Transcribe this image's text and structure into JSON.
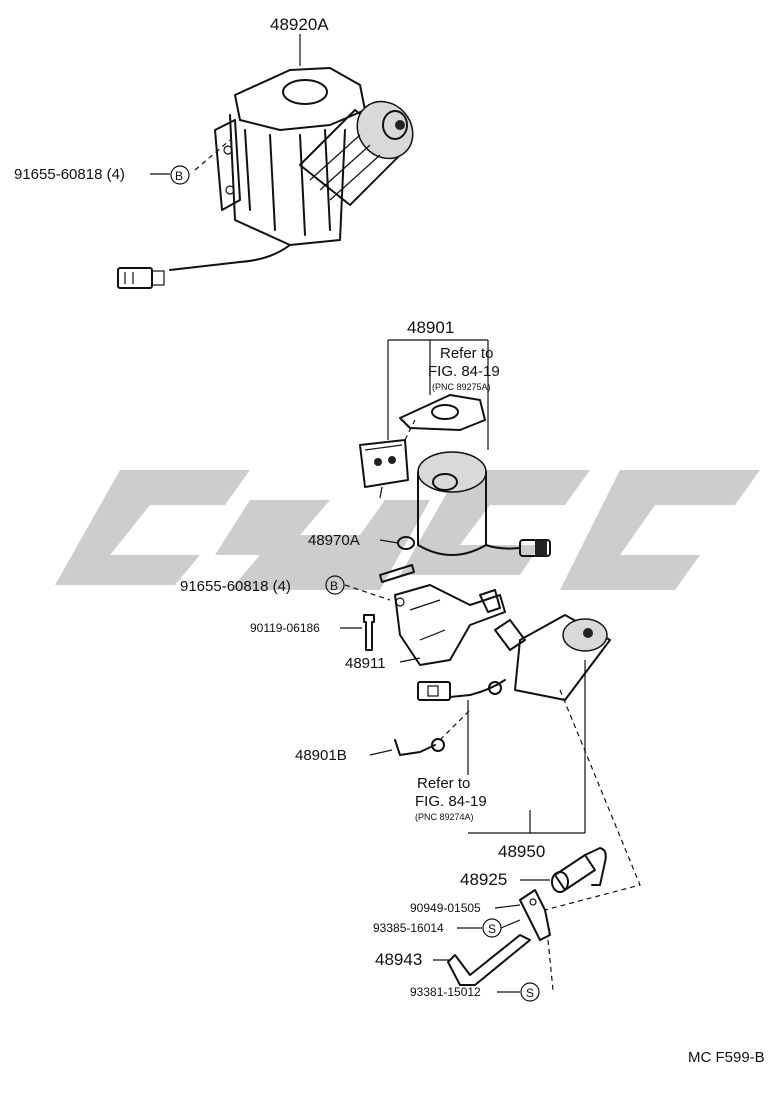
{
  "labels": {
    "p48920A": "48920A",
    "p91655_top": "91655-60818 (4)",
    "p48901": "48901",
    "refer1_a": "Refer to",
    "refer1_b": "FIG. 84-19",
    "refer1_c": "(PNC 89275A)",
    "p48970A": "48970A",
    "p91655_mid": "91655-60818 (4)",
    "p90119": "90119-06186",
    "p48911": "48911",
    "p48901B": "48901B",
    "refer2_a": "Refer to",
    "refer2_b": "FIG. 84-19",
    "refer2_c": "(PNC 89274A)",
    "p48950": "48950",
    "p48925": "48925",
    "p90949": "90949-01505",
    "p93385": "93385-16014",
    "p48943": "48943",
    "p93381": "93381-15012",
    "figcode": "MC F599-B"
  },
  "symbols": {
    "bolt_top": "B",
    "bolt_mid": "B",
    "s_upper": "S",
    "s_lower": "S"
  },
  "watermark_color": "#c8c8c8"
}
